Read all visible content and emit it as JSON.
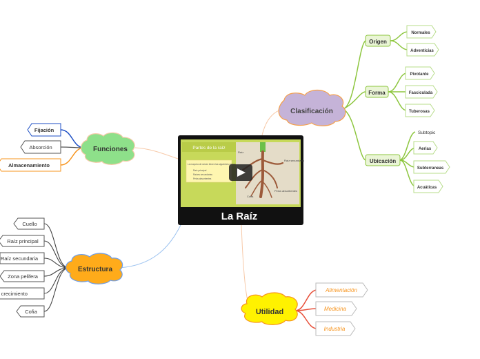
{
  "center": {
    "title": "La Raíz",
    "video_heading": "Partes de la raíz",
    "video_text": "La mayoría de raíces tienen las siguientes partes:",
    "video_bullets": [
      "Raíz principal",
      "Raíces secundarias",
      "Pelos absorbentes"
    ],
    "video_labels": [
      "Raíz",
      "Raíz secundaria",
      "Pelos absorbentes",
      "Cofia"
    ]
  },
  "clasificacion": {
    "label": "Clasificación",
    "origen": {
      "label": "Origen",
      "children": [
        "Normales",
        "Adventicias"
      ]
    },
    "forma": {
      "label": "Forma",
      "children": [
        "Pivotante",
        "Fasciculada",
        "Tuberosas"
      ]
    },
    "ubicacion": {
      "label": "Ubicación",
      "subtopic": "Subtopic",
      "children": [
        "Aerias",
        "Subterraneas",
        "Acuáticas"
      ]
    }
  },
  "funciones": {
    "label": "Funciones",
    "children": [
      "Fijación",
      "Absorción",
      "Almacenamiento"
    ]
  },
  "estructura": {
    "label": "Estructura",
    "children": [
      "Cuello",
      "Raíz principal",
      "Raíz secundaria",
      "Zona pelifera",
      "Zona de crecimiento",
      "Cofia"
    ]
  },
  "utilidad": {
    "label": "Utilidad",
    "children": [
      "Alimentación",
      "Medicina",
      "Industria"
    ]
  },
  "colors": {
    "clasificacion": "#c5b3d8",
    "funciones": "#8ee08a",
    "estructura": "#ffab1a",
    "utilidad": "#fff200",
    "green_branch": "#8dc63f",
    "orange_branch": "#f7941d",
    "red_branch": "#e8503a",
    "blue_branch": "#6d9eeb"
  }
}
